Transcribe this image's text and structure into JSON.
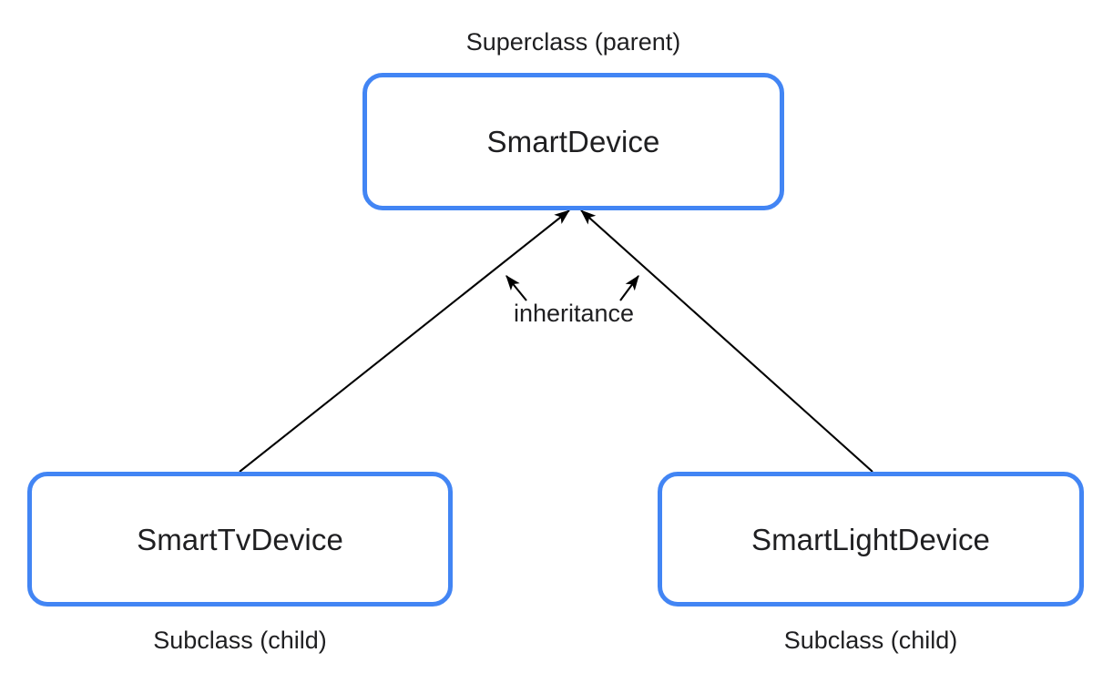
{
  "diagram": {
    "title_caption": "Superclass (parent)",
    "edge_label": "inheritance",
    "colors": {
      "box_border": "#4285F4",
      "text": "#1f1f21",
      "connector": "#000000",
      "background": "#ffffff"
    },
    "nodes": [
      {
        "id": "superclass",
        "name": "SmartDevice",
        "role_caption": "Superclass (parent)"
      },
      {
        "id": "subclass-tv",
        "name": "SmartTvDevice",
        "role_caption": "Subclass (child)"
      },
      {
        "id": "subclass-light",
        "name": "SmartLightDevice",
        "role_caption": "Subclass (child)"
      }
    ],
    "edges": [
      {
        "from": "subclass-tv",
        "to": "superclass",
        "label": "inheritance",
        "arrow": "open-arrowhead-at-target"
      },
      {
        "from": "subclass-light",
        "to": "superclass",
        "label": "inheritance",
        "arrow": "open-arrowhead-at-target"
      }
    ]
  }
}
